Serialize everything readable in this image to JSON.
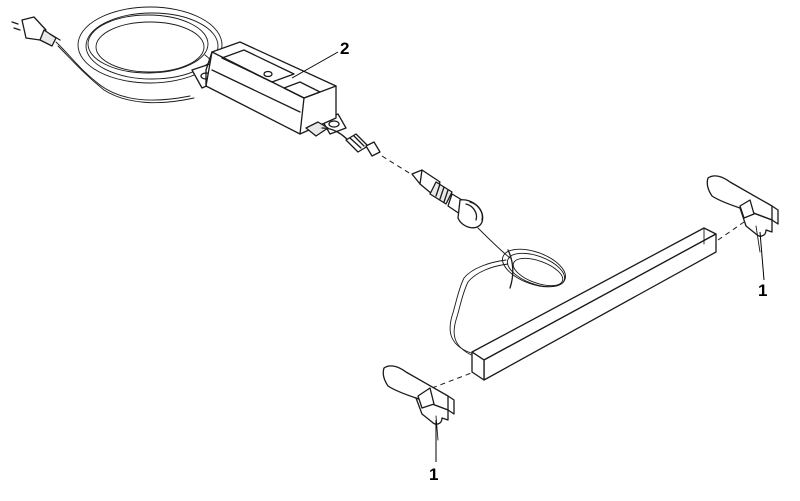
{
  "callouts": {
    "power_supply": "2",
    "bracket_right": "1",
    "bracket_left": "1"
  }
}
